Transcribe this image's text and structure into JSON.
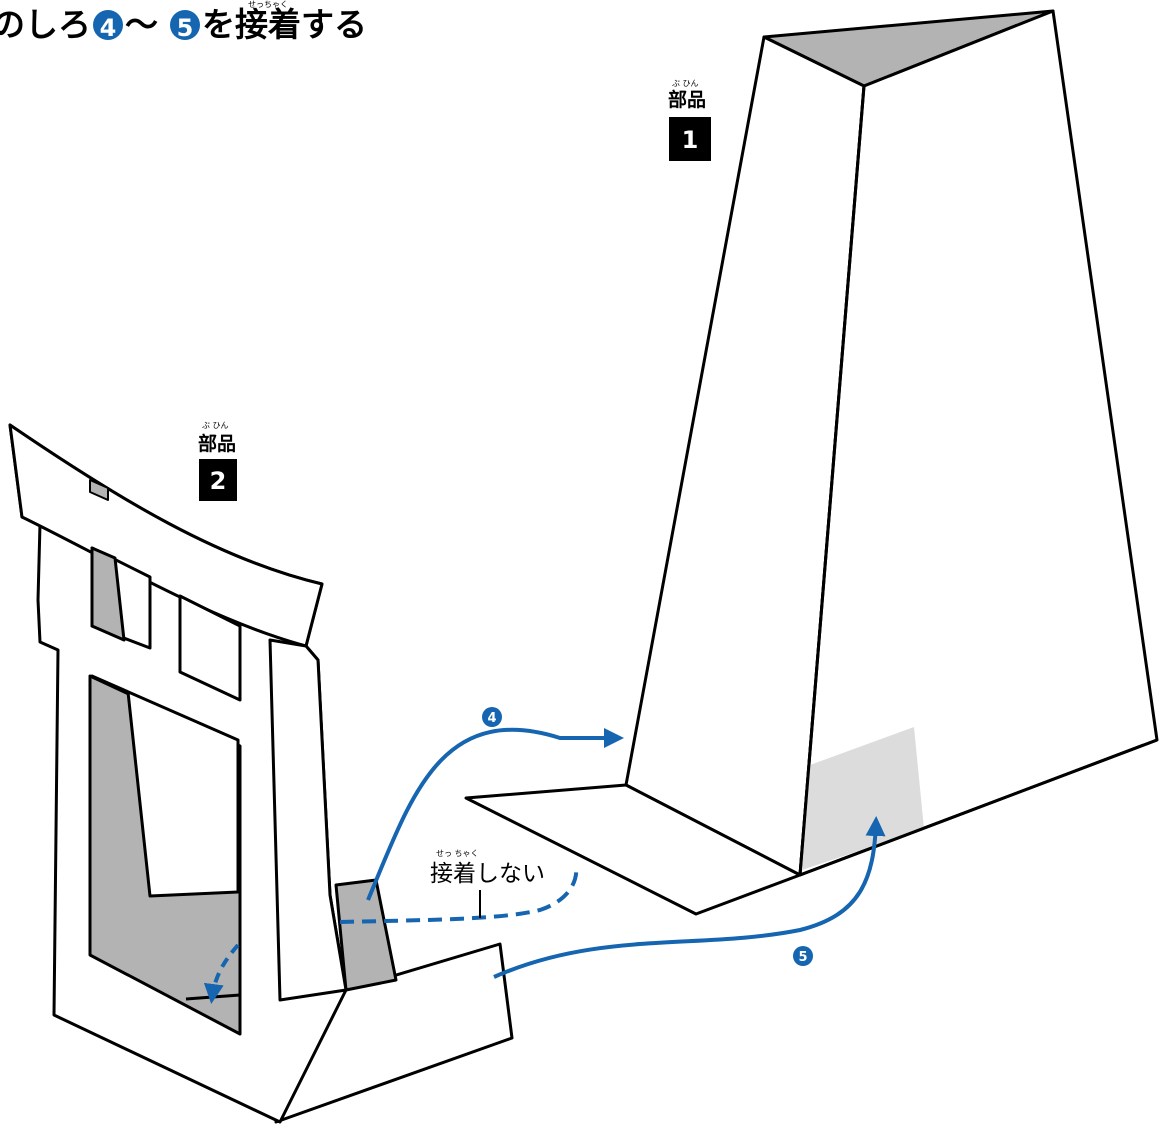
{
  "title": {
    "before": "のしろ",
    "step_a": "4",
    "tilde": "〜",
    "step_b": "5",
    "after": "を接着する",
    "ruby": "せっちゃく"
  },
  "part1": {
    "label": "部品",
    "ruby": "ぶ ひん",
    "number": "1"
  },
  "part2": {
    "label": "部品",
    "ruby": "ぶ ひん",
    "number": "2"
  },
  "note": {
    "text": "接着しない",
    "ruby": "せっ ちゃく"
  },
  "steps": {
    "four": "4",
    "five": "5"
  },
  "colors": {
    "arrow": "#1565b0",
    "shade": "#b3b3b3",
    "light_shade": "#dcdcdc",
    "outline": "#000000"
  }
}
